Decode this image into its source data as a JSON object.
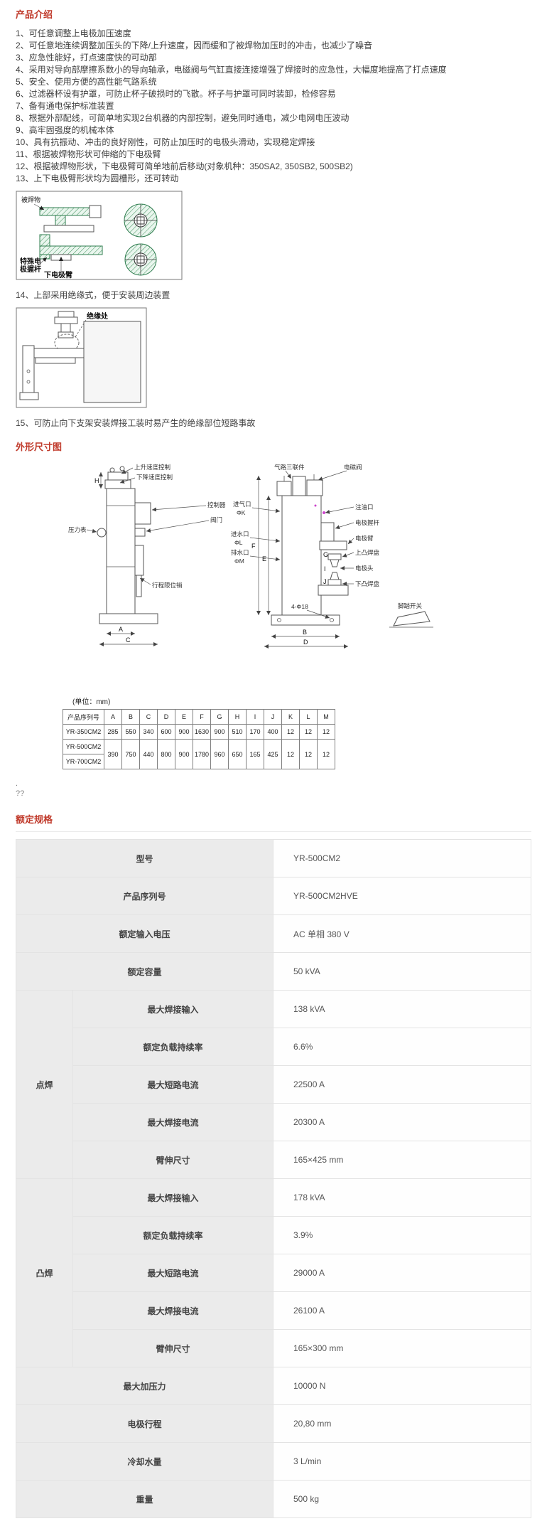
{
  "theme": {
    "accent": "#c03a2b",
    "label_bg": "#ebebeb",
    "table_border": "#e3e3e3",
    "diagram_green": "#3f915d",
    "magenta": "#cc44cc"
  },
  "intro": {
    "title": "产品介绍",
    "items": [
      "1、可任意调整上电极加压速度",
      "2、可任意地连续调整加压头的下降/上升速度，因而缓和了被焊物加压时的冲击，也减少了噪音",
      "3、应急性能好，打点速度快的可动部",
      "4、采用对导向部摩擦系数小的导向轴承，电磁阀与气缸直接连接增强了焊接时的应急性，大幅度地提高了打点速度",
      "5、安全、使用方便的高性能气路系统",
      "6、过滤器杯设有护罩，可防止杯子破损时的飞散。杯子与护罩可同时装卸，检修容易",
      "7、备有通电保护标准装置",
      "8、根据外部配线，可简单地实现2台机器的内部控制，避免同时通电，减少电网电压波动",
      "9、高牢固强度的机械本体",
      "10、具有抗振动、冲击的良好刚性，可防止加压时的电极头滑动，实现稳定焊接",
      "11、根据被焊物形状可伸缩的下电极臂",
      "12、根据被焊物形状，下电极臂可简单地前后移动(对象机种：350SA2, 350SB2, 500SB2)",
      "13、上下电极臂形状均为圆槽形，还可转动",
      "14、上部采用绝缘式，便于安装周边装置",
      "15、可防止向下支架安装焊接工装时易产生的绝缘部位短路事故"
    ]
  },
  "diagram_electrode": {
    "workpiece": "被焊物",
    "holder_line1": "特殊电",
    "holder_line2": "极握杆",
    "lower_arm": "下电极臂"
  },
  "diagram_insulation": {
    "label": "绝缘处"
  },
  "dimensions": {
    "title": "外形尺寸图",
    "unit_note": "(单位：mm)",
    "drawing_labels": {
      "speed_up": "上升速度控制",
      "speed_down": "下降速度控制",
      "pressure_gauge": "压力表",
      "controller": "控制器",
      "valve": "阀门",
      "water_in": "进水口",
      "phi_l": "ΦL",
      "water_out": "排水口",
      "phi_m": "ΦM",
      "stroke_pin": "行程限位销",
      "air_triple": "气路三联件",
      "solenoid_valve": "电磁阀",
      "air_in": "进气口",
      "phi_k": "ΦK",
      "oil_port": "注油口",
      "electrode_holder": "电极握杆",
      "electrode_arm": "电极臂",
      "upper_pad": "上凸焊盘",
      "electrode_head": "电极头",
      "lower_pad": "下凸焊盘",
      "bolt_holes": "4-Φ18",
      "foot_switch": "脚踏开关"
    },
    "dim_letters": {
      "H": "H",
      "A": "A",
      "C": "C",
      "B": "B",
      "D": "D",
      "E": "E",
      "F": "F",
      "G": "G",
      "I": "I",
      "J": "J"
    },
    "table": {
      "header": [
        "产品序列号",
        "A",
        "B",
        "C",
        "D",
        "E",
        "F",
        "G",
        "H",
        "I",
        "J",
        "K",
        "L",
        "M"
      ],
      "row1": {
        "model": "YR-350CM2",
        "values": [
          "285",
          "550",
          "340",
          "600",
          "900",
          "1630",
          "900",
          "510",
          "170",
          "400",
          "12",
          "12",
          "12"
        ]
      },
      "row2_model": "YR-500CM2",
      "row3_model": "YR-700CM2",
      "row23_values": [
        "390",
        "750",
        "440",
        "800",
        "900",
        "1780",
        "960",
        "650",
        "165",
        "425",
        "12",
        "12",
        "12"
      ]
    }
  },
  "misc": {
    "dot": ".",
    "question": "??"
  },
  "specs": {
    "title": "额定规格",
    "simple_top": [
      {
        "label": "型号",
        "value": "YR-500CM2"
      },
      {
        "label": "产品序列号",
        "value": "YR-500CM2HVE"
      },
      {
        "label": "额定输入电压",
        "value": "AC 单相 380 V"
      },
      {
        "label": "额定容量",
        "value": "50 kVA"
      }
    ],
    "groups": [
      {
        "name": "点焊",
        "rows": [
          {
            "label": "最大焊接输入",
            "value": "138 kVA"
          },
          {
            "label": "额定负载持续率",
            "value": "6.6%"
          },
          {
            "label": "最大短路电流",
            "value": "22500 A"
          },
          {
            "label": "最大焊接电流",
            "value": "20300 A"
          },
          {
            "label": "臂伸尺寸",
            "value": "165×425 mm"
          }
        ]
      },
      {
        "name": "凸焊",
        "rows": [
          {
            "label": "最大焊接输入",
            "value": "178 kVA"
          },
          {
            "label": "额定负载持续率",
            "value": "3.9%"
          },
          {
            "label": "最大短路电流",
            "value": "29000 A"
          },
          {
            "label": "最大焊接电流",
            "value": "26100 A"
          },
          {
            "label": "臂伸尺寸",
            "value": "165×300 mm"
          }
        ]
      }
    ],
    "simple_bottom": [
      {
        "label": "最大加压力",
        "value": "10000 N"
      },
      {
        "label": "电极行程",
        "value": "20,80 mm"
      },
      {
        "label": "冷却水量",
        "value": "3 L/min"
      },
      {
        "label": "重量",
        "value": "500 kg"
      }
    ]
  }
}
